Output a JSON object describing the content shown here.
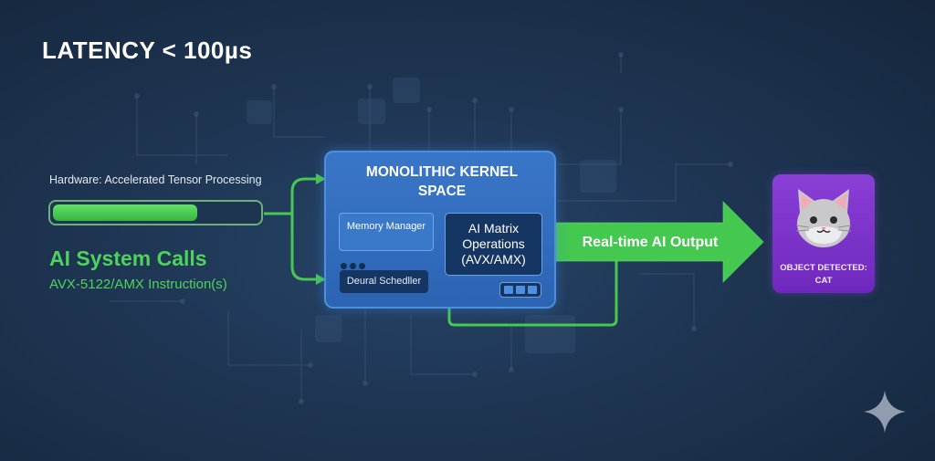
{
  "header": {
    "title": "LATENCY < 100µs"
  },
  "input": {
    "hardware_label": "Hardware: Accelerated Tensor Processing",
    "progress_fraction": 0.7,
    "syscalls_title": "AI System Calls",
    "instructions": "AVX-5122/AMX Instruction(s)"
  },
  "kernel": {
    "title_line1": "MONOLITHIC KERNEL",
    "title_line2": "SPACE",
    "memory_manager": "Memory Manager",
    "scheduler": "Deural Schedller",
    "matrix_line1": "AI Matrix",
    "matrix_line2": "Operations",
    "matrix_line3": "(AVX/AMX)"
  },
  "output": {
    "arrow_label": "Real-time AI Output",
    "detected_line1": "OBJECT DETECTED:",
    "detected_line2": "CAT",
    "icon": "cat-face-icon"
  },
  "colors": {
    "accent_green": "#4ed35a",
    "kernel_blue": "#3a76c8",
    "output_purple": "#7b33c9",
    "background": "#1e3552"
  }
}
